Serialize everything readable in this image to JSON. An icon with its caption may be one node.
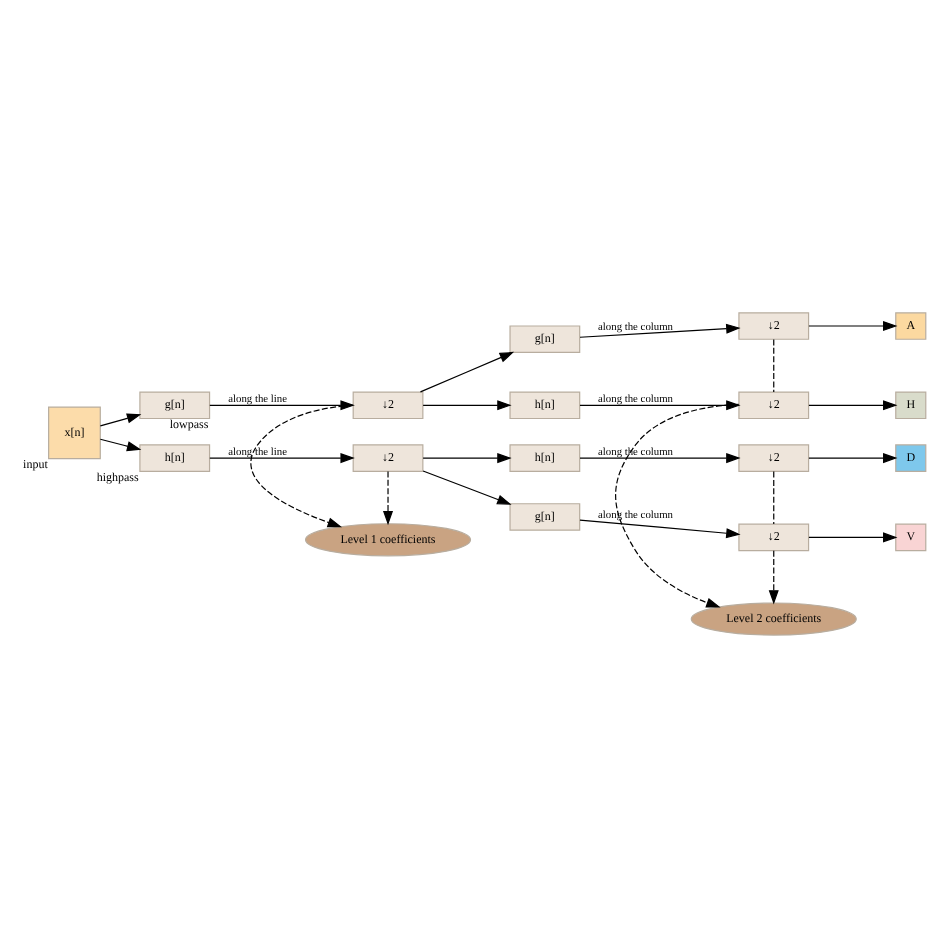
{
  "diagram": {
    "nodes": [
      {
        "text": [
          "x[n]"
        ],
        "beside": [
          "input"
        ]
      },
      {
        "text": [
          "g[n]"
        ],
        "beside": [
          "lowpass"
        ]
      },
      {
        "text": [
          "h[n]"
        ],
        "beside": [
          "highpass"
        ]
      },
      {
        "text": [
          "↓2"
        ]
      },
      {
        "text": [
          "↓2"
        ]
      },
      {
        "text": [
          "Level 1 coefficients"
        ]
      },
      {
        "text": [
          "g[n]"
        ]
      },
      {
        "text": [
          "h[n]"
        ]
      },
      {
        "text": [
          "g[n]"
        ]
      },
      {
        "text": [
          "h[n]"
        ]
      },
      {
        "text": [
          "↓2"
        ]
      },
      {
        "text": [
          "↓2"
        ]
      },
      {
        "text": [
          "↓2"
        ]
      },
      {
        "text": [
          "↓2"
        ]
      },
      {
        "text": [
          "A"
        ]
      },
      {
        "text": [
          "H"
        ]
      },
      {
        "text": [
          "V"
        ]
      },
      {
        "text": [
          "D"
        ]
      },
      {
        "text": [
          "Level 2 coefficients"
        ]
      }
    ],
    "edges": [
      {
        "from": 0,
        "to": 1,
        "arrow": "to"
      },
      {
        "from": 0,
        "to": 2,
        "arrow": "to"
      },
      {
        "from": 1,
        "to": 3,
        "arrow": "to",
        "label": "along the line"
      },
      {
        "from": 2,
        "to": 4,
        "arrow": "to",
        "label": "along the line"
      },
      {
        "from": 3,
        "to": 5,
        "arrow": "to",
        "style": "dashed"
      },
      {
        "from": 4,
        "to": 5,
        "arrow": "to",
        "style": "dashed"
      },
      {
        "from": 3,
        "to": 6,
        "arrow": "to"
      },
      {
        "from": 3,
        "to": 7,
        "arrow": "to"
      },
      {
        "from": 4,
        "to": 8,
        "arrow": "to"
      },
      {
        "from": 4,
        "to": 9,
        "arrow": "to"
      },
      {
        "from": 6,
        "to": 10,
        "arrow": "to",
        "label": "along the column"
      },
      {
        "from": 7,
        "to": 11,
        "arrow": "to",
        "label": "along the column"
      },
      {
        "from": 8,
        "to": 12,
        "arrow": "to",
        "label": "along the column"
      },
      {
        "from": 9,
        "to": 13,
        "arrow": "to",
        "label": "along the column"
      },
      {
        "from": 10,
        "to": 14,
        "arrow": "to"
      },
      {
        "from": 11,
        "to": 15,
        "arrow": "to"
      },
      {
        "from": 12,
        "to": 16,
        "arrow": "to"
      },
      {
        "from": 13,
        "to": 17,
        "arrow": "to"
      },
      {
        "from": 10,
        "to": 11,
        "arrow": "none",
        "style": "dashed"
      },
      {
        "from": 11,
        "to": 18,
        "arrow": "to",
        "style": "dashed"
      },
      {
        "from": 13,
        "to": 12,
        "arrow": "none",
        "style": "dashed"
      },
      {
        "from": 12,
        "to": 18,
        "arrow": "to",
        "style": "dashed"
      }
    ]
  }
}
